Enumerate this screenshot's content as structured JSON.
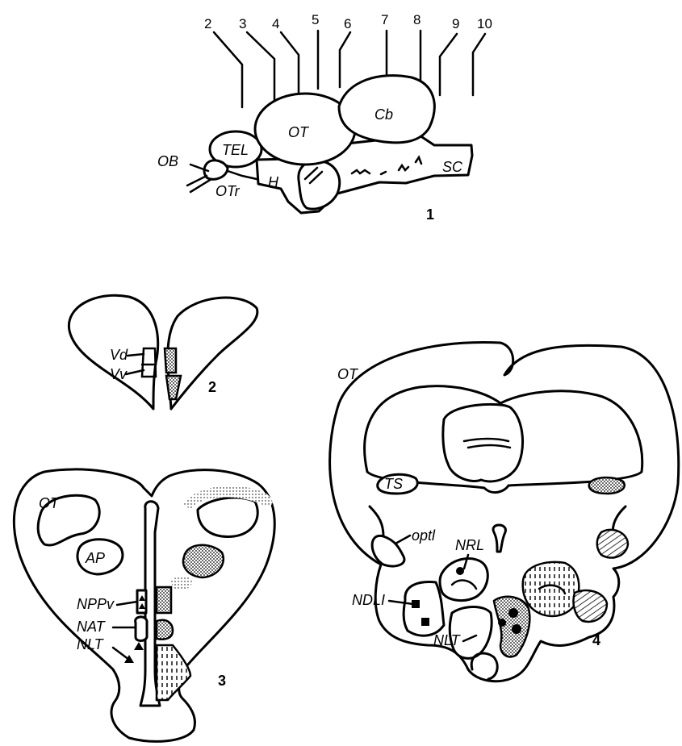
{
  "section_numbers": [
    "2",
    "3",
    "4",
    "5",
    "6",
    "7",
    "8",
    "9",
    "10"
  ],
  "panels": {
    "p1": {
      "number": "1",
      "labels": {
        "OB": "OB",
        "TEL": "TEL",
        "OTr": "OTr",
        "H": "H",
        "OT": "OT",
        "Cb": "Cb",
        "SC": "SC"
      }
    },
    "p2": {
      "number": "2",
      "labels": {
        "Vd": "Vd",
        "Vv": "Vv"
      }
    },
    "p3": {
      "number": "3",
      "labels": {
        "OT": "OT",
        "AP": "AP",
        "NPPv": "NPPv",
        "NAT": "NAT",
        "NLT": "NLT"
      }
    },
    "p4": {
      "number": "4",
      "labels": {
        "OT": "OT",
        "TS": "TS",
        "optl": "optl",
        "NRL": "NRL",
        "NDLI": "NDLI",
        "NLT": "NLT"
      }
    }
  }
}
